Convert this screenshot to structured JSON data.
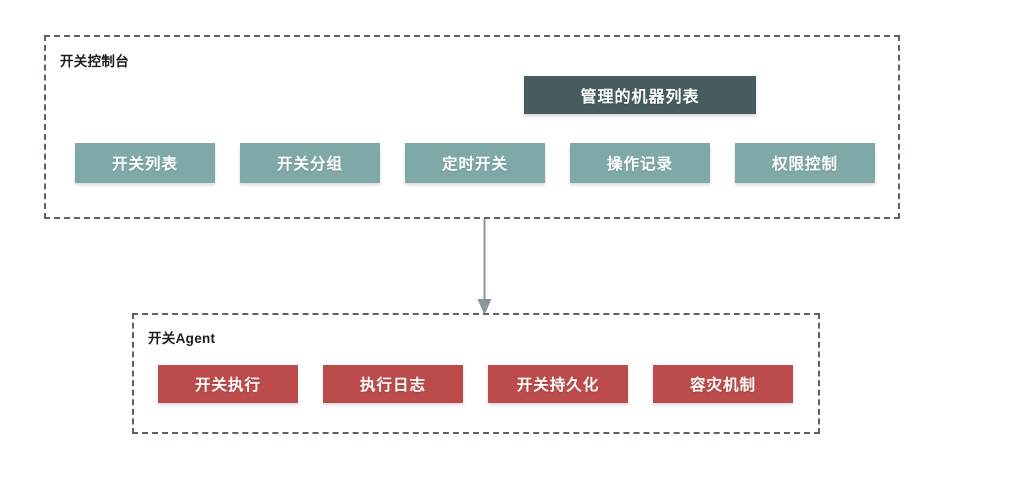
{
  "diagram": {
    "background": "#ffffff",
    "groups": [
      {
        "id": "console",
        "label": "开关控制台",
        "border_color": "#566368"
      },
      {
        "id": "agent",
        "label": "开关Agent",
        "border_color": "#566368"
      }
    ],
    "header_node": {
      "label": "管理的机器列表",
      "color": "#465C61",
      "text_color": "#ffffff"
    },
    "console_nodes": {
      "color": "#7FA8A8",
      "text_color": "#ffffff",
      "items": [
        {
          "label": "开关列表"
        },
        {
          "label": "开关分组"
        },
        {
          "label": "定时开关"
        },
        {
          "label": "操作记录"
        },
        {
          "label": "权限控制"
        }
      ]
    },
    "agent_nodes": {
      "color": "#BC4B4B",
      "text_color": "#ffffff",
      "items": [
        {
          "label": "开关执行"
        },
        {
          "label": "执行日志"
        },
        {
          "label": "开关持久化"
        },
        {
          "label": "容灾机制"
        }
      ]
    },
    "connector": {
      "name": "console-to-agent-arrow",
      "color": "#8b9699",
      "direction": "down",
      "from": "开关控制台",
      "to": "开关Agent"
    }
  }
}
